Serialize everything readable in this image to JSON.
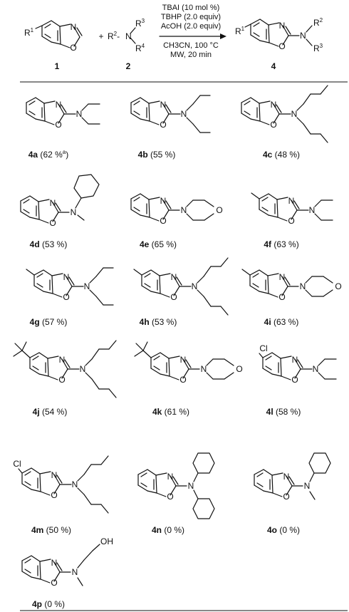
{
  "reaction": {
    "substrate_number": "1",
    "substrate_substituent": "R1",
    "reagent_number": "2",
    "reagent_formula": "R2-N(R3)R4",
    "plus_sign": "+",
    "product_number": "4",
    "conditions": [
      "TBAI (10 mol %)",
      "TBHP (2.0 equiv)",
      "AcOH (2.0 equiv)",
      "CH3CN, 100 °C",
      "MW, 20 min"
    ]
  },
  "products": [
    {
      "id": "4a",
      "yield": "62 %",
      "footnote": "a"
    },
    {
      "id": "4b",
      "yield": "55 %"
    },
    {
      "id": "4c",
      "yield": "48 %"
    },
    {
      "id": "4d",
      "yield": "53 %"
    },
    {
      "id": "4e",
      "yield": "65 %"
    },
    {
      "id": "4f",
      "yield": "63 %"
    },
    {
      "id": "4g",
      "yield": "57 %"
    },
    {
      "id": "4h",
      "yield": "53 %"
    },
    {
      "id": "4i",
      "yield": "63 %"
    },
    {
      "id": "4j",
      "yield": "54 %"
    },
    {
      "id": "4k",
      "yield": "61 %"
    },
    {
      "id": "4l",
      "yield": "58 %"
    },
    {
      "id": "4m",
      "yield": "50 %"
    },
    {
      "id": "4n",
      "yield": "0 %"
    },
    {
      "id": "4o",
      "yield": "0 %"
    },
    {
      "id": "4p",
      "yield": "0 %"
    }
  ],
  "atoms": {
    "N": "N",
    "O": "O",
    "Cl": "Cl",
    "OH": "OH"
  },
  "colors": {
    "ink": "#111111",
    "background": "#ffffff"
  }
}
